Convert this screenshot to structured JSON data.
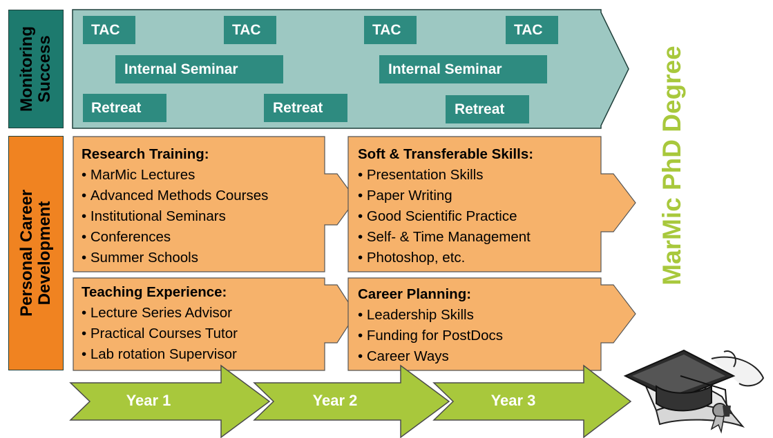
{
  "side_labels": {
    "monitoring": [
      "Monitoring",
      "Success"
    ],
    "career": [
      "Personal Career",
      "Development"
    ]
  },
  "monitoring": {
    "tags": [
      "TAC",
      "TAC",
      "TAC",
      "TAC",
      "Internal Seminar",
      "Internal Seminar",
      "Retreat",
      "Retreat",
      "Retreat"
    ]
  },
  "boxes": {
    "research": {
      "header": "Research Training:",
      "items": [
        "MarMic Lectures",
        "Advanced Methods Courses",
        "Institutional Seminars",
        "Conferences",
        "Summer Schools"
      ]
    },
    "soft": {
      "header": "Soft & Transferable Skills:",
      "items": [
        "Presentation Skills",
        "Paper Writing",
        "Good Scientific Practice",
        "Self- & Time Management",
        "Photoshop, etc."
      ]
    },
    "teaching": {
      "header": "Teaching Experience:",
      "items": [
        "Lecture Series Advisor",
        "Practical Courses Tutor",
        "Lab rotation Supervisor"
      ]
    },
    "career": {
      "header": "Career Planning:",
      "items": [
        "Leadership Skills",
        "Funding for PostDocs",
        "Career Ways"
      ]
    }
  },
  "years": [
    "Year 1",
    "Year 2",
    "Year 3"
  ],
  "degree_label": "MarMic PhD Degree",
  "icons": {
    "graduation": "graduation-cap-diploma-icon"
  },
  "colors": {
    "teal_light": "#9dc8c2",
    "teal_dark": "#2e8b80",
    "monitoring_label": "#1d7a6e",
    "orange_box": "#f6b26b",
    "orange_label": "#f08321",
    "green": "#a8c83c"
  }
}
